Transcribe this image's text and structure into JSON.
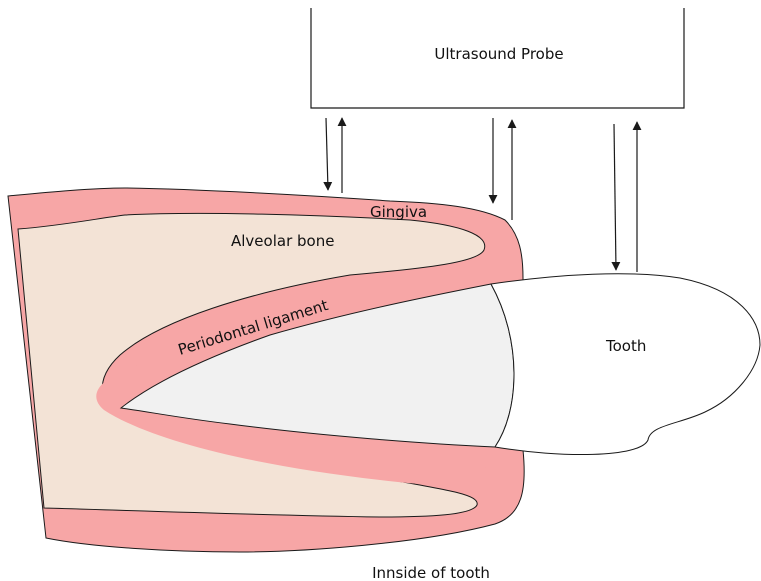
{
  "labels": {
    "probe": "Ultrasound Probe",
    "gingiva": "Gingiva",
    "alveolar_bone": "Alveolar bone",
    "periodontal_ligament": "Periodontal ligament",
    "tooth": "Tooth",
    "inside": "Innside of tooth"
  },
  "colors": {
    "gingiva": "#f7a6a6",
    "alveolar_bone": "#f3e3d6",
    "pulp": "#f1f1f1",
    "tooth": "#ffffff",
    "stroke": "#1a1a1a"
  },
  "arrows": {
    "pairs": 3,
    "directions": [
      "down",
      "up"
    ]
  }
}
